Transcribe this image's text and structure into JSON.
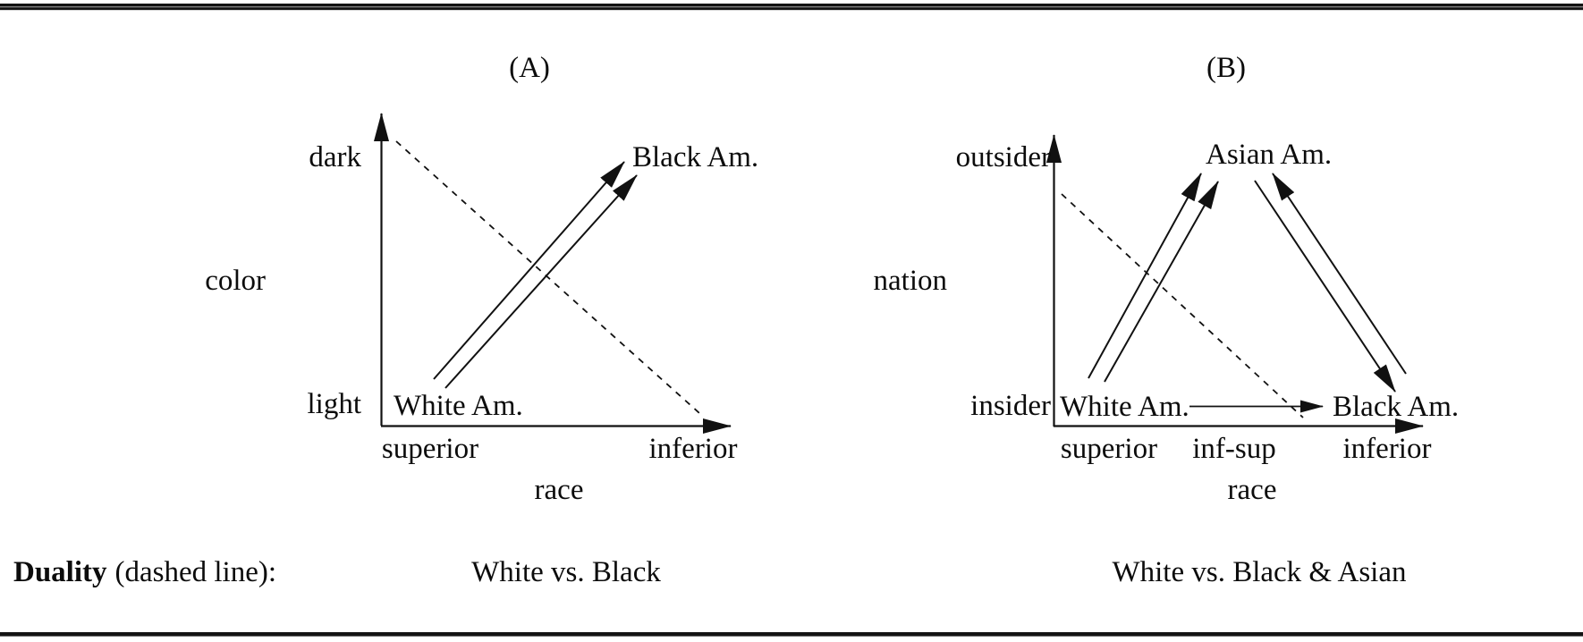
{
  "panelA": {
    "title": "(A)",
    "yTop": "dark",
    "yBottom": "light",
    "yLabel": "color",
    "xLeft": "superior",
    "xRight": "inferior",
    "xLabel": "race",
    "nodeOrigin": "White Am.",
    "nodeTarget": "Black Am.",
    "caption": "White vs. Black"
  },
  "panelB": {
    "title": "(B)",
    "yTop": "outsider",
    "yBottom": "insider",
    "yLabel": "nation",
    "xLeft": "superior",
    "xMid": "inf-sup",
    "xRight": "inferior",
    "xLabel": "race",
    "nodeOrigin": "White Am.",
    "nodeTop": "Asian Am.",
    "nodeRight": "Black Am.",
    "caption": "White vs. Black & Asian"
  },
  "legend": {
    "dualityTerm": "Duality",
    "dualityRest": "(dashed line):"
  },
  "colors": {
    "ink": "#111111",
    "background": "#ffffff"
  }
}
